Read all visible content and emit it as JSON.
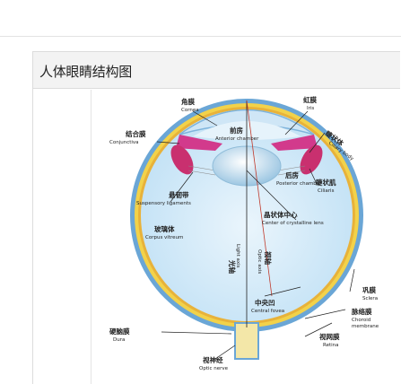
{
  "title": "人体眼睛结构图",
  "colors": {
    "vitreous": "#cfe9f8",
    "sclera": "#6aa6d6",
    "choroid": "#f2d24a",
    "retina": "#e8b23a",
    "iris": "#d23a8c",
    "lens": "#b9d9ee",
    "line": "#222222"
  },
  "labels": {
    "cornea": {
      "zh": "角膜",
      "en": "Cornea"
    },
    "iris": {
      "zh": "虹膜",
      "en": "Iris"
    },
    "conjunctiva": {
      "zh": "结合膜",
      "en": "Conjunctiva"
    },
    "anterior_chamber": {
      "zh": "前房",
      "en": "Anterior chamber"
    },
    "ciliary_body": {
      "zh": "睫状体",
      "en": "Ciliary body"
    },
    "posterior_chamber": {
      "zh": "后房",
      "en": "Posterior chamber"
    },
    "ciliaris": {
      "zh": "睫状肌",
      "en": "Ciliaris"
    },
    "suspensory": {
      "zh": "悬韧带",
      "en": "Suspensory ligaments"
    },
    "lens_center": {
      "zh": "晶状体中心",
      "en": "Center of crystalline lens"
    },
    "vitreous": {
      "zh": "玻璃体",
      "en": "Corpus vitreum"
    },
    "light_axis": {
      "zh": "光轴",
      "en": "Light axis"
    },
    "optic_axis": {
      "zh": "视轴",
      "en": "Optic axis"
    },
    "central_fovea": {
      "zh": "中央凹",
      "en": "Central fovea"
    },
    "sclera": {
      "zh": "巩膜",
      "en": "Sclera"
    },
    "choroid": {
      "zh": "脉络膜",
      "en": "Choroid membrane"
    },
    "dura": {
      "zh": "硬脑膜",
      "en": "Dura"
    },
    "retina": {
      "zh": "视网膜",
      "en": "Retina"
    },
    "optic_nerve": {
      "zh": "视神经",
      "en": "Optic nerve"
    }
  }
}
